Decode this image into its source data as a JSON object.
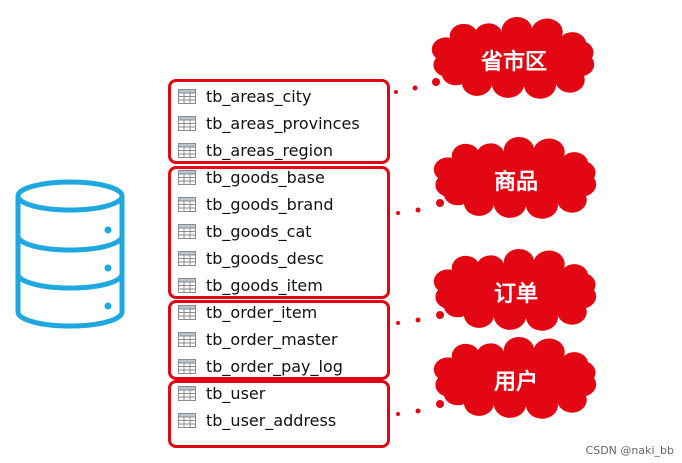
{
  "groups": [
    {
      "label": "省市区",
      "tables": [
        "tb_areas_city",
        "tb_areas_provinces",
        "tb_areas_region"
      ]
    },
    {
      "label": "商品",
      "tables": [
        "tb_goods_base",
        "tb_goods_brand",
        "tb_goods_cat",
        "tb_goods_desc",
        "tb_goods_item"
      ]
    },
    {
      "label": "订单",
      "tables": [
        "tb_order_item",
        "tb_order_master",
        "tb_order_pay_log"
      ]
    },
    {
      "label": "用户",
      "tables": [
        "tb_user",
        "tb_user_address"
      ]
    }
  ],
  "watermark": "CSDN @naki_bb",
  "colors": {
    "accent": "#e30613",
    "database": "#1fa8e0"
  },
  "icons": {
    "database": "database-icon",
    "table": "table-icon",
    "cloud": "cloud-callout"
  }
}
